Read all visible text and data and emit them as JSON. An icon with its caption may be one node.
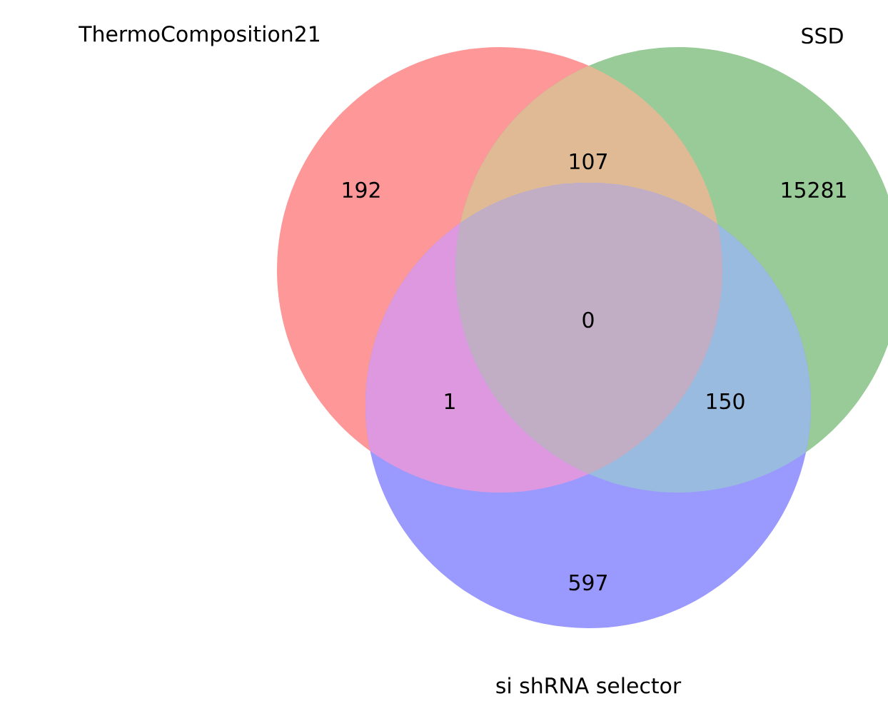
{
  "diagram": {
    "nodes": [
      {
        "text": [
          "ThermoComposition21"
        ]
      },
      {
        "text": [
          "SSD"
        ]
      },
      {
        "text": [
          "si shRNA selector"
        ]
      }
    ],
    "labels": [
      "107",
      "192",
      "15281",
      "0",
      "1",
      "150",
      "597"
    ]
  }
}
